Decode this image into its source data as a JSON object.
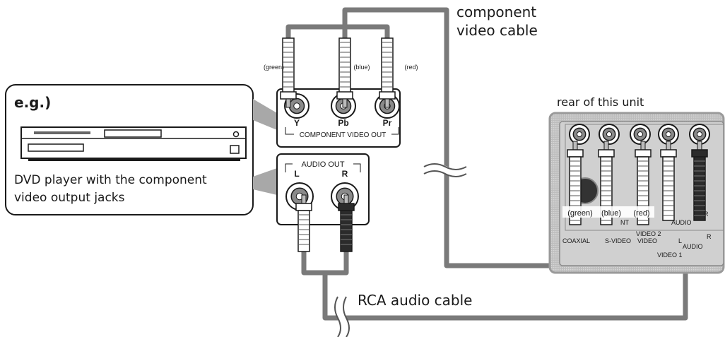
{
  "callout": {
    "example_label": "e.g.)",
    "device_caption_line1": "DVD player with the component",
    "device_caption_line2": "video output jacks"
  },
  "dvd_jacks": {
    "component_colors": [
      "(green)",
      "(blue)",
      "(red)"
    ],
    "component_letters": [
      "Y",
      "Pb",
      "Pr"
    ],
    "component_group_label": "COMPONENT VIDEO OUT",
    "audio_group_label": "AUDIO OUT",
    "audio_letters": [
      "L",
      "R"
    ]
  },
  "cables": {
    "component_cable_line1": "component",
    "component_cable_line2": "video cable",
    "audio_cable_label": "RCA audio cable"
  },
  "tv": {
    "title": "rear of this unit",
    "color_labels": [
      "(green)",
      "(blue)",
      "(red)"
    ],
    "panel_labels": {
      "nt": "NT",
      "audio": "AUDIO",
      "l": "L",
      "r": "R",
      "video2": "VIDEO 2",
      "coaxial": "COAXIAL",
      "svideo": "S-VIDEO",
      "video": "VIDEO",
      "audio_b": "AUDIO",
      "video1": "VIDEO 1",
      "l_b": "L",
      "r_b": "R"
    }
  },
  "colors": {
    "cable": "#777777",
    "panel": "#c8c8c8",
    "plug_white": "#ffffff",
    "plug_black": "#2b2b2b",
    "callout_arrow": "#a8a8a8"
  }
}
